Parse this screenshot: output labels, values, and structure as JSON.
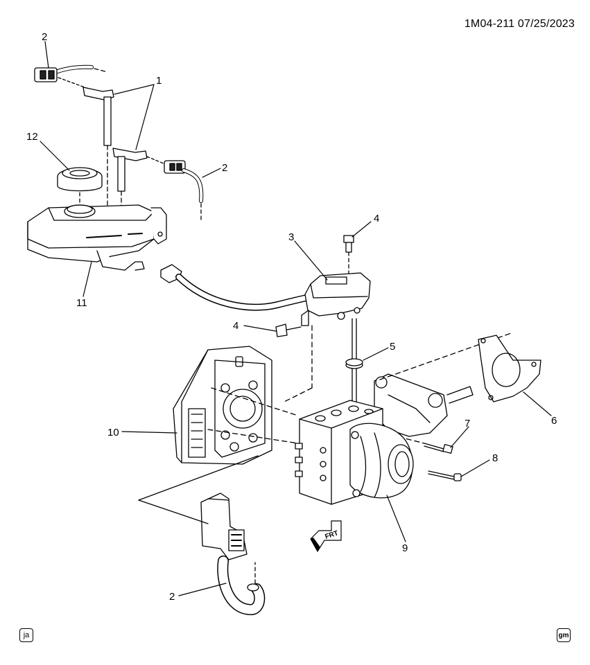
{
  "header": {
    "doc_id": "1M04-211  07/25/2023"
  },
  "callouts": [
    {
      "id": "c1",
      "label": "1"
    },
    {
      "id": "c2a",
      "label": "2"
    },
    {
      "id": "c2b",
      "label": "2"
    },
    {
      "id": "c2c",
      "label": "2"
    },
    {
      "id": "c3",
      "label": "3"
    },
    {
      "id": "c4a",
      "label": "4"
    },
    {
      "id": "c4b",
      "label": "4"
    },
    {
      "id": "c5",
      "label": "5"
    },
    {
      "id": "c6",
      "label": "6"
    },
    {
      "id": "c7",
      "label": "7"
    },
    {
      "id": "c8",
      "label": "8"
    },
    {
      "id": "c9",
      "label": "9"
    },
    {
      "id": "c10",
      "label": "10"
    },
    {
      "id": "c11",
      "label": "11"
    },
    {
      "id": "c12",
      "label": "12"
    }
  ],
  "direction_marker": {
    "label": "FRT"
  },
  "badges": {
    "left": "ja",
    "right": "gm"
  }
}
